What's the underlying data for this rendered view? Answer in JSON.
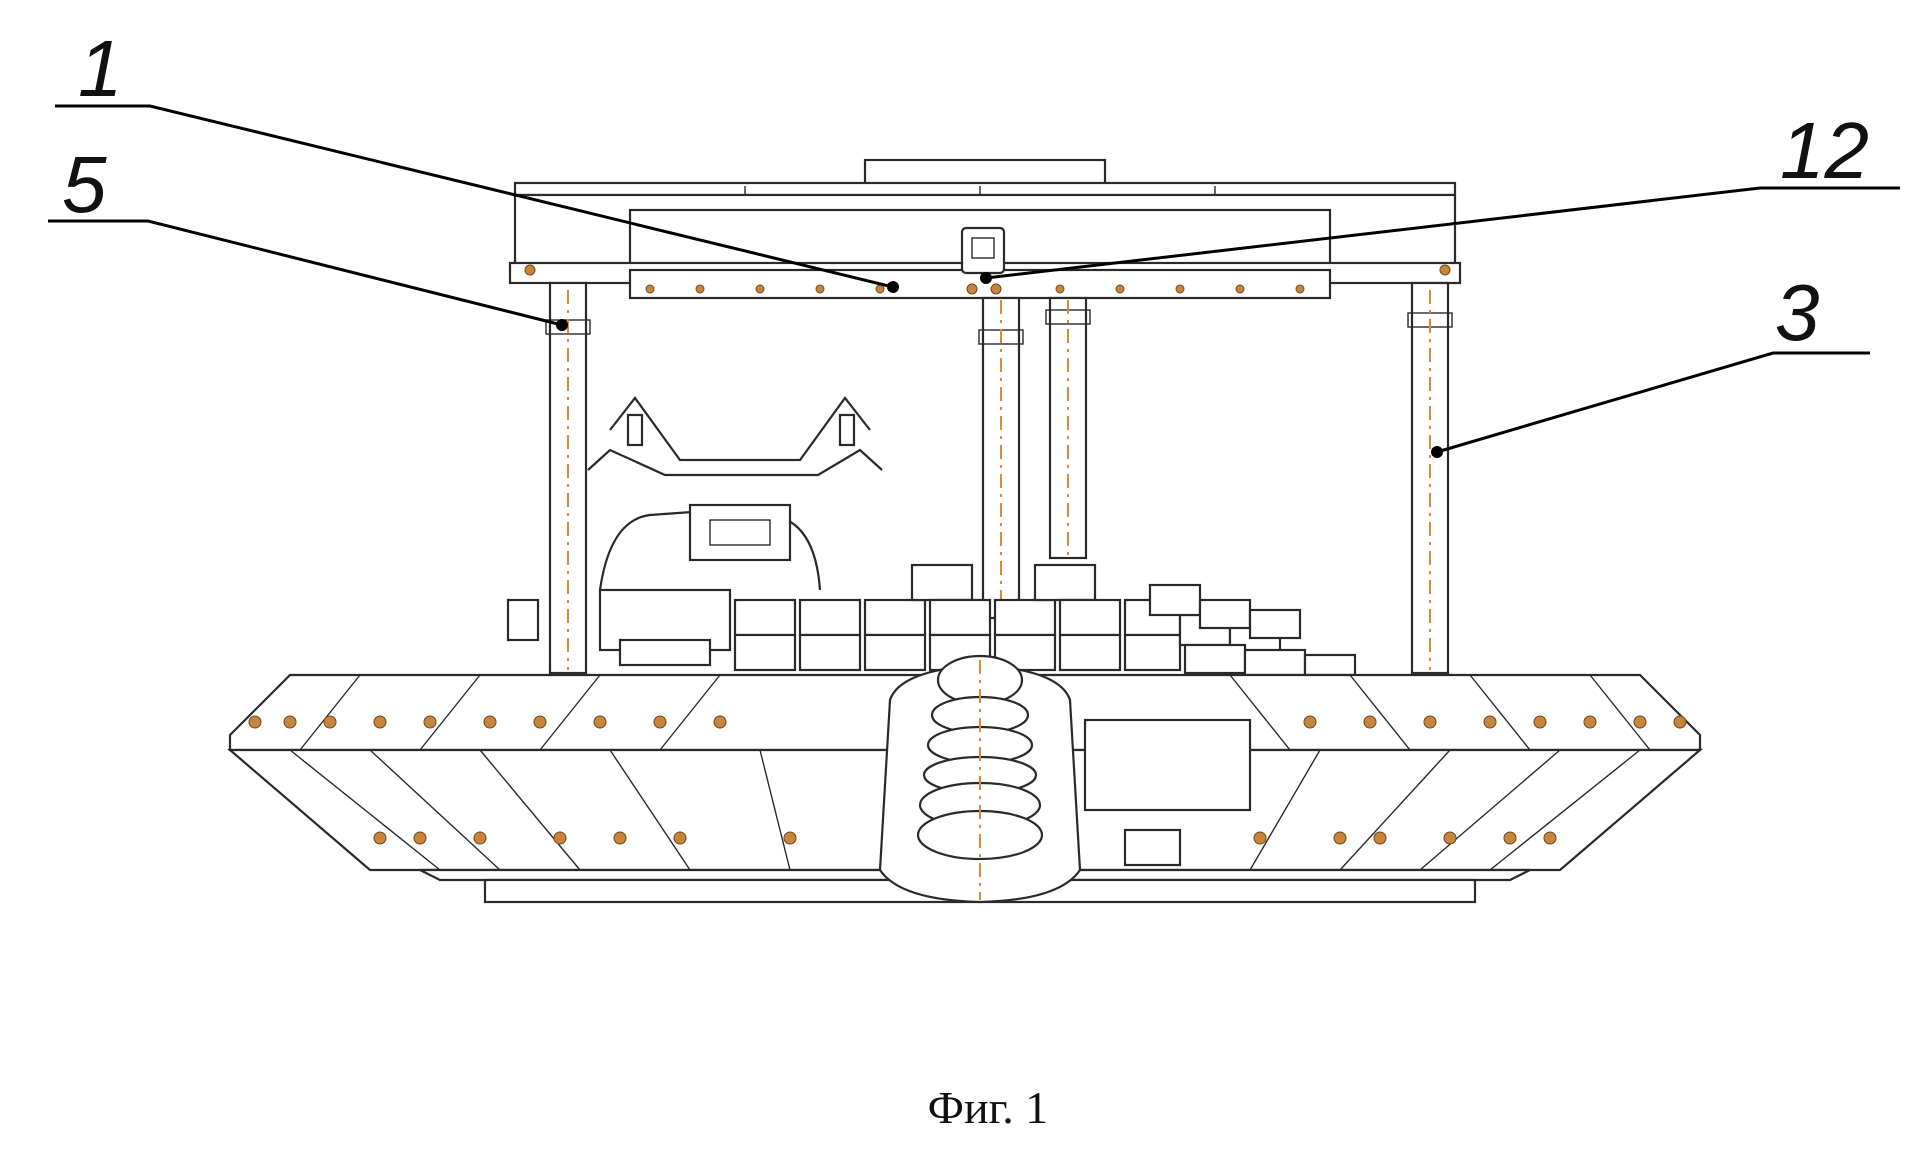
{
  "figure": {
    "caption": "Фиг. 1"
  },
  "callouts": [
    {
      "id": "1",
      "label": "1"
    },
    {
      "id": "5",
      "label": "5"
    },
    {
      "id": "12",
      "label": "12"
    },
    {
      "id": "3",
      "label": "3"
    }
  ],
  "colors": {
    "line": "#2a2a2a",
    "axis_lines": "#d98a3a",
    "bolts": "#c8843a"
  }
}
